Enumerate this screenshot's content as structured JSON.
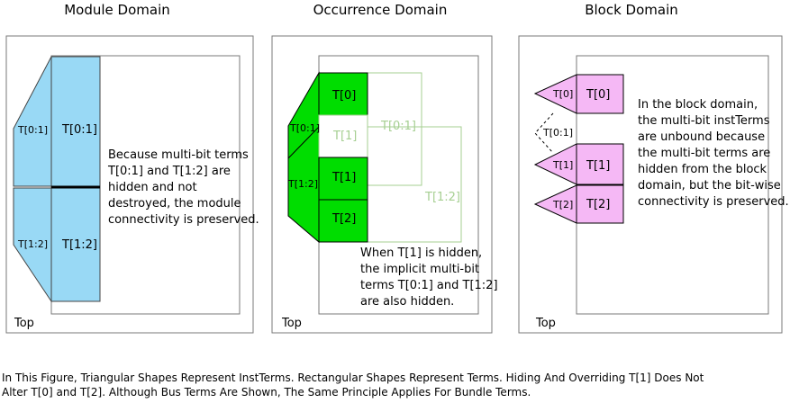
{
  "panels": {
    "module": {
      "title": "Module Domain",
      "top_label": "Top",
      "inst_labels": [
        "T[0:1]",
        "T[1:2]"
      ],
      "term_labels": [
        "T[0:1]",
        "T[1:2]"
      ],
      "note": [
        "Because multi-bit terms",
        "T[0:1] and T[1:2] are",
        "hidden and not",
        "destroyed, the module",
        "connectivity is preserved."
      ]
    },
    "occurrence": {
      "title": "Occurrence Domain",
      "top_label": "Top",
      "inst_labels": [
        "T[0:1]",
        "T[1:2]"
      ],
      "term_labels": [
        "T[0]",
        "T[1]",
        "T[1]",
        "T[2]"
      ],
      "hidden_labels": [
        "T[0:1]",
        "T[1:2]"
      ],
      "note": [
        "When T[1] is hidden,",
        "the implicit multi-bit",
        "terms T[0:1] and T[1:2]",
        "are also hidden."
      ]
    },
    "block": {
      "title": "Block Domain",
      "top_label": "Top",
      "inst_labels": [
        "T[0]",
        "T[0:1]",
        "T[1]",
        "T[2]"
      ],
      "term_labels": [
        "T[0]",
        "T[1]",
        "T[2]"
      ],
      "note": [
        "In the block domain,",
        "the multi-bit instTerms",
        "are unbound because",
        "the multi-bit terms are",
        "hidden from the block",
        "domain, but the bit-wise",
        "connectivity is preserved."
      ]
    }
  },
  "caption": {
    "line1": "In This Figure, Triangular Shapes Represent InstTerms. Rectangular Shapes Represent Terms. Hiding And Overriding T[1] Does Not",
    "line2": "Alter T[0] and T[2].  Although Bus Terms Are Shown, The Same Principle Applies For Bundle Terms."
  },
  "colors": {
    "module_fill": "#99d9f5",
    "occurrence_fill": "#00dd00",
    "occurrence_hidden": "#a6cf92",
    "block_fill": "#f5b8f5",
    "frame": "#7a7a7a"
  }
}
